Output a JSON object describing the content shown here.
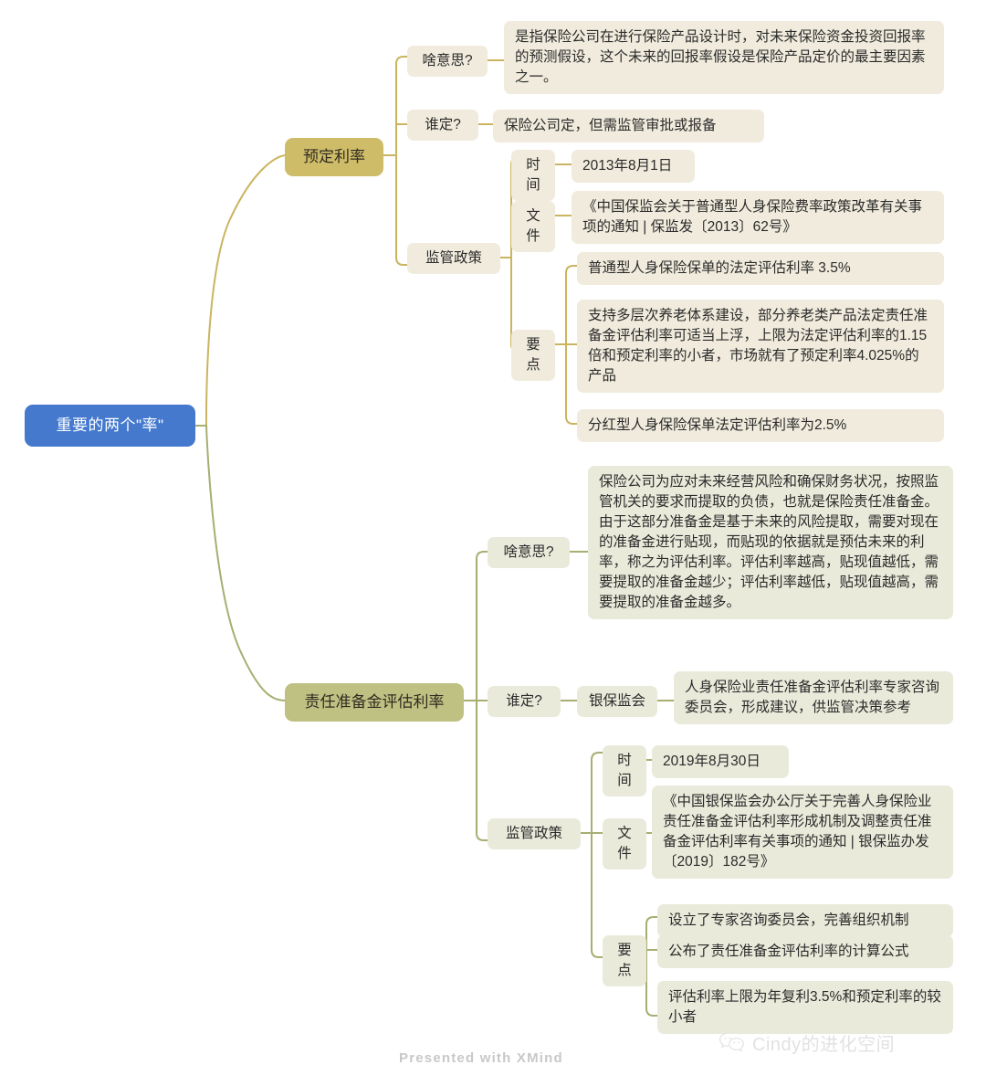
{
  "app": {
    "footer_watermark": "Presented with XMind",
    "wechat_account": "Cindy的进化空间",
    "wechat_icon": "wechat-icon"
  },
  "colors": {
    "root_fill": "#4479CE",
    "root_text": "#FFFFFF",
    "branch_gold_fill": "#CFBC69",
    "branch_olive_fill": "#BFC183",
    "leaf_gold_fill": "#F0EBDC",
    "leaf_olive_fill": "#EAEADB",
    "edge_gold": "#CBB460",
    "edge_olive": "#A7AE72",
    "watermark_text": "#C8C8C8"
  },
  "mindmap": {
    "root": {
      "label": "重要的两个\"率\""
    },
    "branches": [
      {
        "id": "branch-yuding-lilv",
        "label": "预定利率",
        "theme": "gold",
        "children": [
          {
            "label": "啥意思?",
            "values": [
              "是指保险公司在进行保险产品设计时，对未来保险资金投资回报率的预测假设，这个未来的回报率假设是保险产品定价的最主要因素之一。"
            ]
          },
          {
            "label": "谁定?",
            "values": [
              "保险公司定，但需监管审批或报备"
            ]
          },
          {
            "label": "监管政策",
            "groups": [
              {
                "label": "时间",
                "values": [
                  "2013年8月1日"
                ]
              },
              {
                "label": "文件",
                "values": [
                  "《中国保监会关于普通型人身保险费率政策改革有关事项的通知 | 保监发〔2013〕62号》"
                ]
              },
              {
                "label": "要点",
                "values": [
                  "普通型人身保险保单的法定评估利率 3.5%",
                  "支持多层次养老体系建设，部分养老类产品法定责任准备金评估利率可适当上浮，上限为法定评估利率的1.15倍和预定利率的小者，市场就有了预定利率4.025%的产品",
                  "分红型人身保险保单法定评估利率为2.5%"
                ]
              }
            ]
          }
        ]
      },
      {
        "id": "branch-zeren-zhunbeijin",
        "label": "责任准备金评估利率",
        "theme": "olive",
        "children": [
          {
            "label": "啥意思?",
            "values": [
              "保险公司为应对未来经营风险和确保财务状况，按照监管机关的要求而提取的负债，也就是保险责任准备金。由于这部分准备金是基于未来的风险提取，需要对现在的准备金进行贴现，而贴现的依据就是预估未来的利率，称之为评估利率。评估利率越高，贴现值越低，需要提取的准备金越少；评估利率越低，贴现值越高，需要提取的准备金越多。"
            ]
          },
          {
            "label": "谁定?",
            "sublabel": "银保监会",
            "values": [
              "人身保险业责任准备金评估利率专家咨询委员会，形成建议，供监管决策参考"
            ]
          },
          {
            "label": "监管政策",
            "groups": [
              {
                "label": "时间",
                "values": [
                  "2019年8月30日"
                ]
              },
              {
                "label": "文件",
                "values": [
                  "《中国银保监会办公厅关于完善人身保险业责任准备金评估利率形成机制及调整责任准备金评估利率有关事项的通知 | 银保监办发〔2019〕182号》"
                ]
              },
              {
                "label": "要点",
                "values": [
                  "设立了专家咨询委员会，完善组织机制",
                  "公布了责任准备金评估利率的计算公式",
                  "评估利率上限为年复利3.5%和预定利率的较小者"
                ]
              }
            ]
          }
        ]
      }
    ]
  }
}
